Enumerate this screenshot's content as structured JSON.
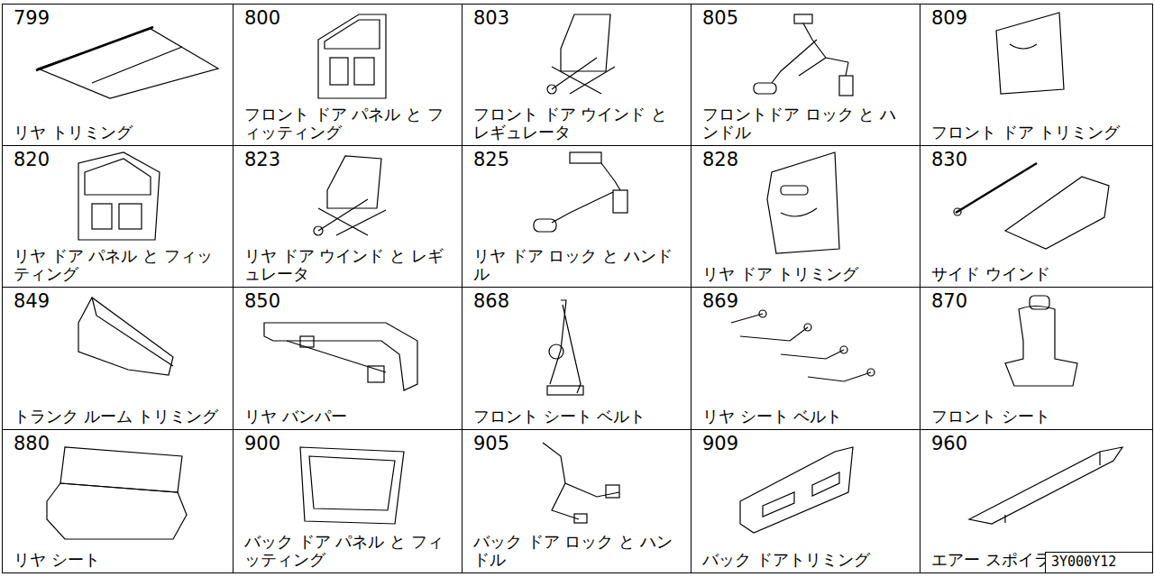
{
  "diagram": {
    "nodes": [
      {
        "text": [
          "799",
          "リヤ トリミング"
        ]
      },
      {
        "text": [
          "800",
          "フロント ドア パネル と フィッティング"
        ]
      },
      {
        "text": [
          "803",
          "フロント ドア ウインド と レギュレータ"
        ]
      },
      {
        "text": [
          "805",
          "フロントドア ロック と ハンドル"
        ]
      },
      {
        "text": [
          "809",
          "フロント ドア トリミング"
        ]
      },
      {
        "text": [
          "820",
          "リヤ ドア パネル と フィッティング"
        ]
      },
      {
        "text": [
          "823",
          "リヤ ドア ウインド と レギュレータ"
        ]
      },
      {
        "text": [
          "825",
          "リヤ ドア ロック と ハンドル"
        ]
      },
      {
        "text": [
          "828",
          "リヤ ドア トリミング"
        ]
      },
      {
        "text": [
          "830",
          "サイド ウインド"
        ]
      },
      {
        "text": [
          "849",
          "トランク ルーム トリミング"
        ]
      },
      {
        "text": [
          "850",
          "リヤ バンパー"
        ]
      },
      {
        "text": [
          "868",
          "フロント シート ベルト"
        ]
      },
      {
        "text": [
          "869",
          "リヤ シート ベルト"
        ]
      },
      {
        "text": [
          "870",
          "フロント シート"
        ]
      },
      {
        "text": [
          "880",
          "リヤ シート"
        ]
      },
      {
        "text": [
          "900",
          "バック ドア パネル と フィッティング"
        ]
      },
      {
        "text": [
          "905",
          "バック ドア ロック と ハンドル"
        ]
      },
      {
        "text": [
          "909",
          "バック ドアトリミング"
        ]
      },
      {
        "text": [
          "960",
          "エアー スポイラー"
        ]
      },
      {
        "text": [
          "3Y000Y12"
        ]
      }
    ]
  }
}
